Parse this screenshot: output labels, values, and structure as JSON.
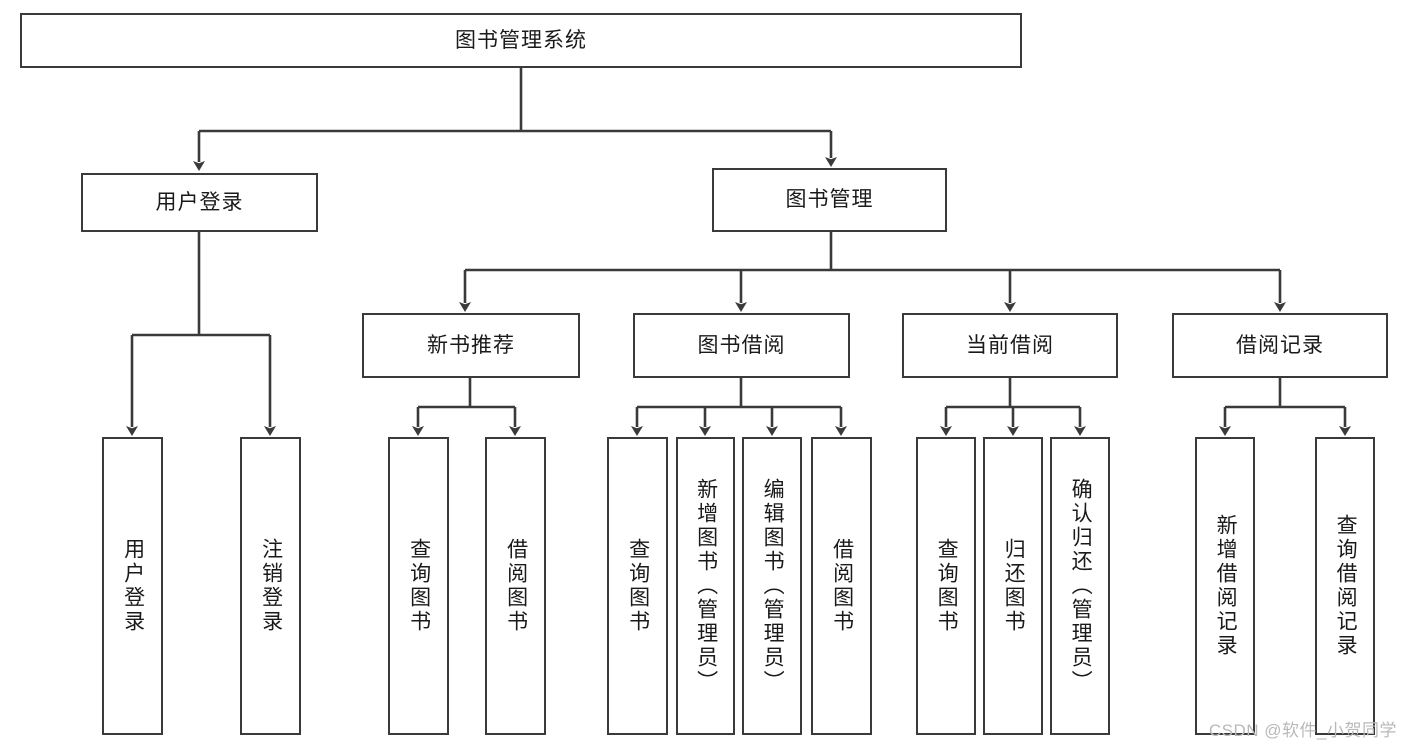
{
  "diagram": {
    "type": "tree-hierarchy-flowchart",
    "title": "图书管理系统",
    "style": {
      "box_fill": "#ffffff",
      "box_border": "#3a3a3a",
      "line_color": "#3a3a3a",
      "text_color": "#1a1a1a",
      "background": "#ffffff"
    },
    "nodes": {
      "root": {
        "label": "图书管理系统",
        "orientation": "horizontal",
        "level": 0
      },
      "l1": [
        {
          "id": "user_login",
          "label": "用户登录",
          "orientation": "horizontal",
          "level": 1
        },
        {
          "id": "book_mgmt",
          "label": "图书管理",
          "orientation": "horizontal",
          "level": 1
        }
      ],
      "l2": [
        {
          "id": "new_book_rec",
          "label": "新书推荐",
          "orientation": "horizontal",
          "level": 2,
          "parent": "book_mgmt"
        },
        {
          "id": "book_borrow",
          "label": "图书借阅",
          "orientation": "horizontal",
          "level": 2,
          "parent": "book_mgmt"
        },
        {
          "id": "current_borrow",
          "label": "当前借阅",
          "orientation": "horizontal",
          "level": 2,
          "parent": "book_mgmt"
        },
        {
          "id": "borrow_record",
          "label": "借阅记录",
          "orientation": "horizontal",
          "level": 2,
          "parent": "book_mgmt"
        }
      ],
      "leaves": [
        {
          "id": "leaf_user_login",
          "label": "用户登录",
          "orientation": "vertical",
          "parent": "user_login"
        },
        {
          "id": "leaf_logout",
          "label": "注销登录",
          "orientation": "vertical",
          "parent": "user_login"
        },
        {
          "id": "leaf_query_book_1",
          "label": "查询图书",
          "orientation": "vertical",
          "parent": "new_book_rec"
        },
        {
          "id": "leaf_borrow_book_1",
          "label": "借阅图书",
          "orientation": "vertical",
          "parent": "new_book_rec"
        },
        {
          "id": "leaf_query_book_2",
          "label": "查询图书",
          "orientation": "vertical",
          "parent": "book_borrow"
        },
        {
          "id": "leaf_add_book",
          "label": "新增图书（管理员）",
          "orientation": "vertical",
          "parent": "book_borrow"
        },
        {
          "id": "leaf_edit_book",
          "label": "编辑图书（管理员）",
          "orientation": "vertical",
          "parent": "book_borrow"
        },
        {
          "id": "leaf_borrow_book_2",
          "label": "借阅图书",
          "orientation": "vertical",
          "parent": "book_borrow"
        },
        {
          "id": "leaf_query_book_3",
          "label": "查询图书",
          "orientation": "vertical",
          "parent": "current_borrow"
        },
        {
          "id": "leaf_return_book",
          "label": "归还图书",
          "orientation": "vertical",
          "parent": "current_borrow"
        },
        {
          "id": "leaf_confirm_return",
          "label": "确认归还（管理员）",
          "orientation": "vertical",
          "parent": "current_borrow"
        },
        {
          "id": "leaf_add_record",
          "label": "新增借阅记录",
          "orientation": "vertical",
          "parent": "borrow_record"
        },
        {
          "id": "leaf_query_record",
          "label": "查询借阅记录",
          "orientation": "vertical",
          "parent": "borrow_record"
        }
      ]
    },
    "watermark": "CSDN @软件_小贺同学"
  }
}
